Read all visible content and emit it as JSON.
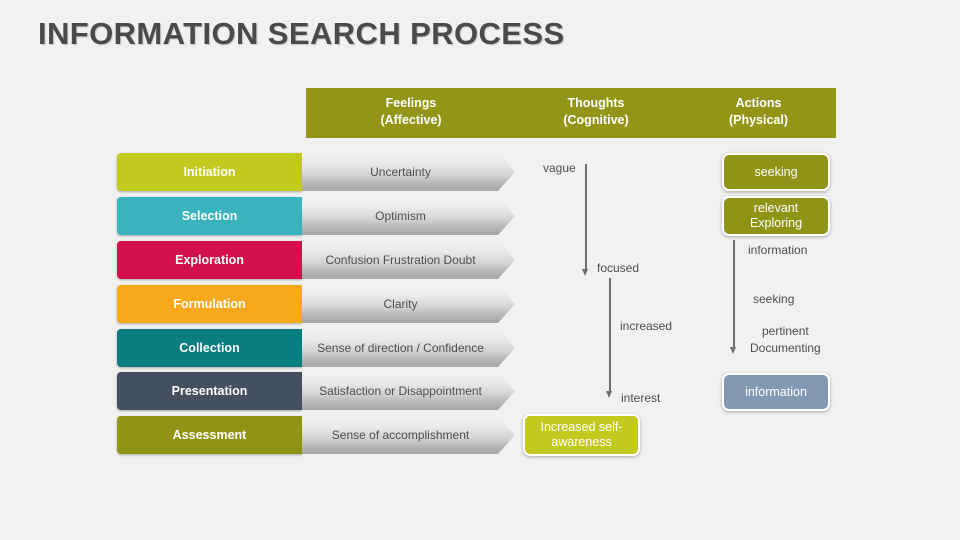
{
  "title": "INFORMATION SEARCH PROCESS",
  "header": {
    "columns": [
      {
        "line1": "Feelings",
        "line2": "(Affective)"
      },
      {
        "line1": "Thoughts",
        "line2": "(Cognitive)"
      },
      {
        "line1": "Actions",
        "line2": "(Physical)"
      }
    ],
    "bg_color": "#929517"
  },
  "stages": [
    {
      "label": "Initiation",
      "feeling": "Uncertainty",
      "color": "#c2ca1e"
    },
    {
      "label": "Selection",
      "feeling": "Optimism",
      "color": "#3bb3bd"
    },
    {
      "label": "Exploration",
      "feeling": "Confusion Frustration Doubt",
      "color": "#d2104b"
    },
    {
      "label": "Formulation",
      "feeling": "Clarity",
      "color": "#f7a81b"
    },
    {
      "label": "Collection",
      "feeling": "Sense of direction / Confidence",
      "color": "#0a7d80"
    },
    {
      "label": "Presentation",
      "feeling": "Satisfaction or Disappointment",
      "color": "#44505f"
    },
    {
      "label": "Assessment",
      "feeling": "Sense of accomplishment",
      "color": "#8f9417"
    }
  ],
  "thoughts": {
    "annotations": [
      {
        "text": "vague"
      },
      {
        "text": "focused"
      },
      {
        "text": "increased"
      },
      {
        "text": "interest"
      }
    ],
    "box": {
      "line1": "Increased self-",
      "line2": "awareness",
      "color": "#c2ca1e"
    }
  },
  "actions": {
    "boxes": [
      {
        "line1": "seeking",
        "line2": "",
        "color": "#8f9417"
      },
      {
        "line1": "relevant",
        "line2": "Exploring",
        "color": "#8f9417"
      }
    ],
    "annotations": [
      {
        "text": "information"
      },
      {
        "text": "seeking"
      },
      {
        "text": "pertinent"
      },
      {
        "text": "Documenting"
      }
    ],
    "result_box": {
      "label": "information",
      "color": "#8497b3"
    }
  }
}
